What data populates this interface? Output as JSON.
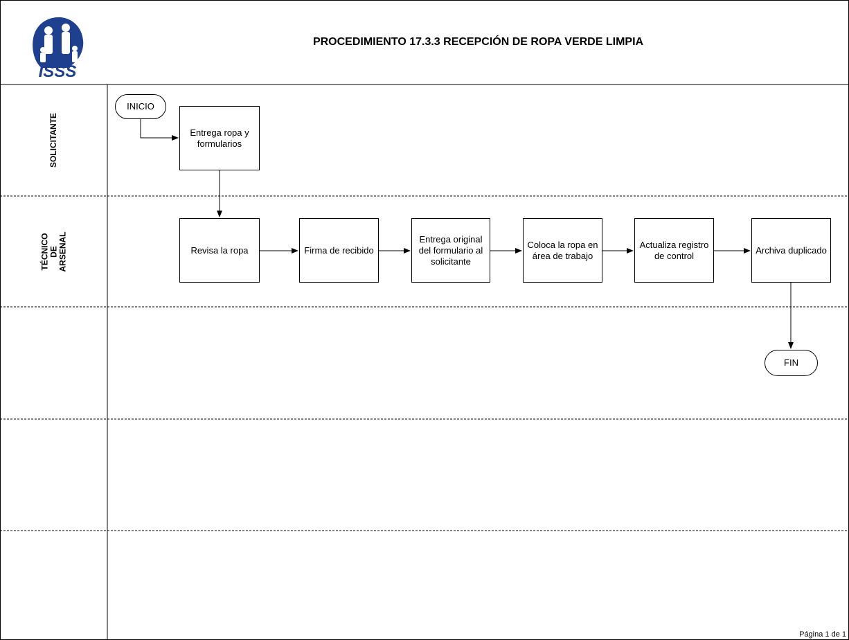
{
  "header": {
    "logo_text": "ISSS",
    "title": "PROCEDIMIENTO 17.3.3 RECEPCIÓN DE ROPA VERDE LIMPIA"
  },
  "lanes": [
    {
      "label": "SOLICITANTE"
    },
    {
      "label": "TÉCNICO DE ARSENAL"
    },
    {
      "label": ""
    },
    {
      "label": ""
    },
    {
      "label": ""
    }
  ],
  "nodes": {
    "inicio": "INICIO",
    "entrega_ropa": "Entrega ropa y formularios",
    "revisa": "Revisa la ropa",
    "firma": "Firma de recibido",
    "entrega_original": "Entrega original del formulario al solicitante",
    "coloca": "Coloca la ropa en área de trabajo",
    "actualiza": "Actualiza registro de control",
    "archiva": "Archiva duplicado",
    "fin": "FIN"
  },
  "footer": {
    "page": "Página 1 de 1"
  }
}
